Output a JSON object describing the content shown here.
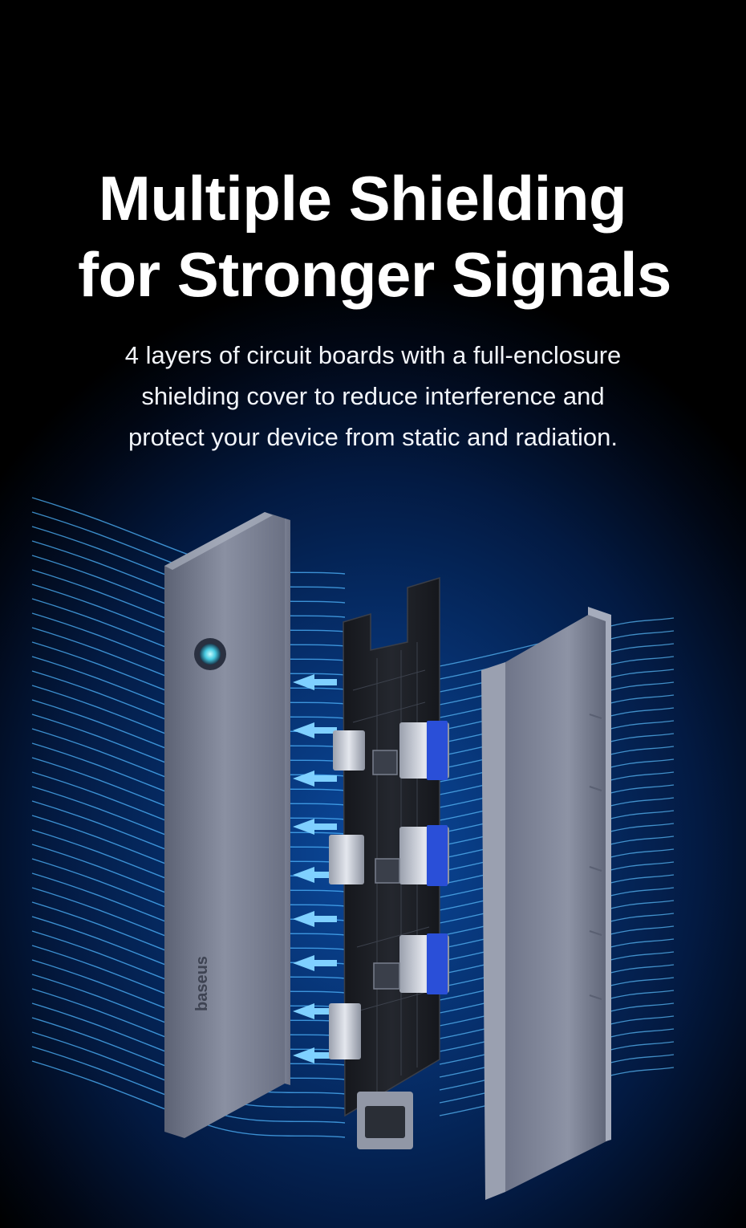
{
  "headline": {
    "line1": "Multiple Shielding",
    "line2": "for Stronger Signals"
  },
  "description": {
    "line1": "4 layers of circuit boards with a full-enclosure",
    "line2": "shielding cover to reduce interference and",
    "line3": "protect your device from static and radiation."
  },
  "product": {
    "brand_logo": "baseus",
    "colors": {
      "background": "#000000",
      "glow": "#0b4a9e",
      "shell": "#7c8296",
      "board": "#1b1d22",
      "port_blue": "#2a4fd8",
      "airflow": "#4fb6ff"
    }
  }
}
